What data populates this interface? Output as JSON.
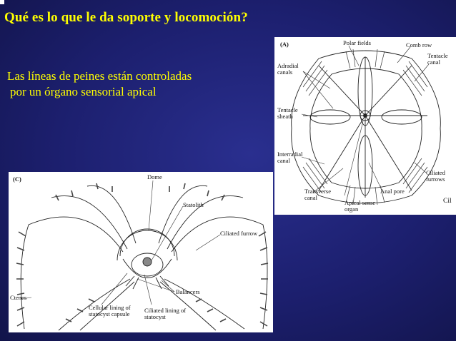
{
  "slide": {
    "title": "Qué es lo que le da soporte y locomoción?",
    "body_lines": [
      "Las líneas de peines están controladas",
      "por un órgano sensorial apical"
    ]
  },
  "figure_a": {
    "panel": "(A)",
    "labels": {
      "polar_fields": "Polar fields",
      "comb_row": "Comb row",
      "tentacle_canal": "Tentacle canal",
      "adradial_canals": "Adradial canals",
      "tentacle_sheath": "Tentacle sheath",
      "interradial_canal": "Interradial canal",
      "ciliated_furrows": "Ciliated furrows",
      "transverse_canal": "Transverse canal",
      "anal_pore": "Anal pore",
      "apical_sense_organ": "Apical sense organ",
      "cil": "Cil"
    }
  },
  "figure_c": {
    "panel": "(C)",
    "labels": {
      "dome": "Dome",
      "statolith": "Statolith",
      "ciliated_furrow": "Ciliated furrow",
      "balancers": "Balancers",
      "ctenes": "Ctenes",
      "cellular_lining": "Cellular lining of statocyst capsule",
      "ciliated_lining": "Ciliated lining of statocyst"
    }
  },
  "colors": {
    "background": "#1c1f6e",
    "title_text": "#ffff00",
    "figure_bg": "#ffffff"
  }
}
